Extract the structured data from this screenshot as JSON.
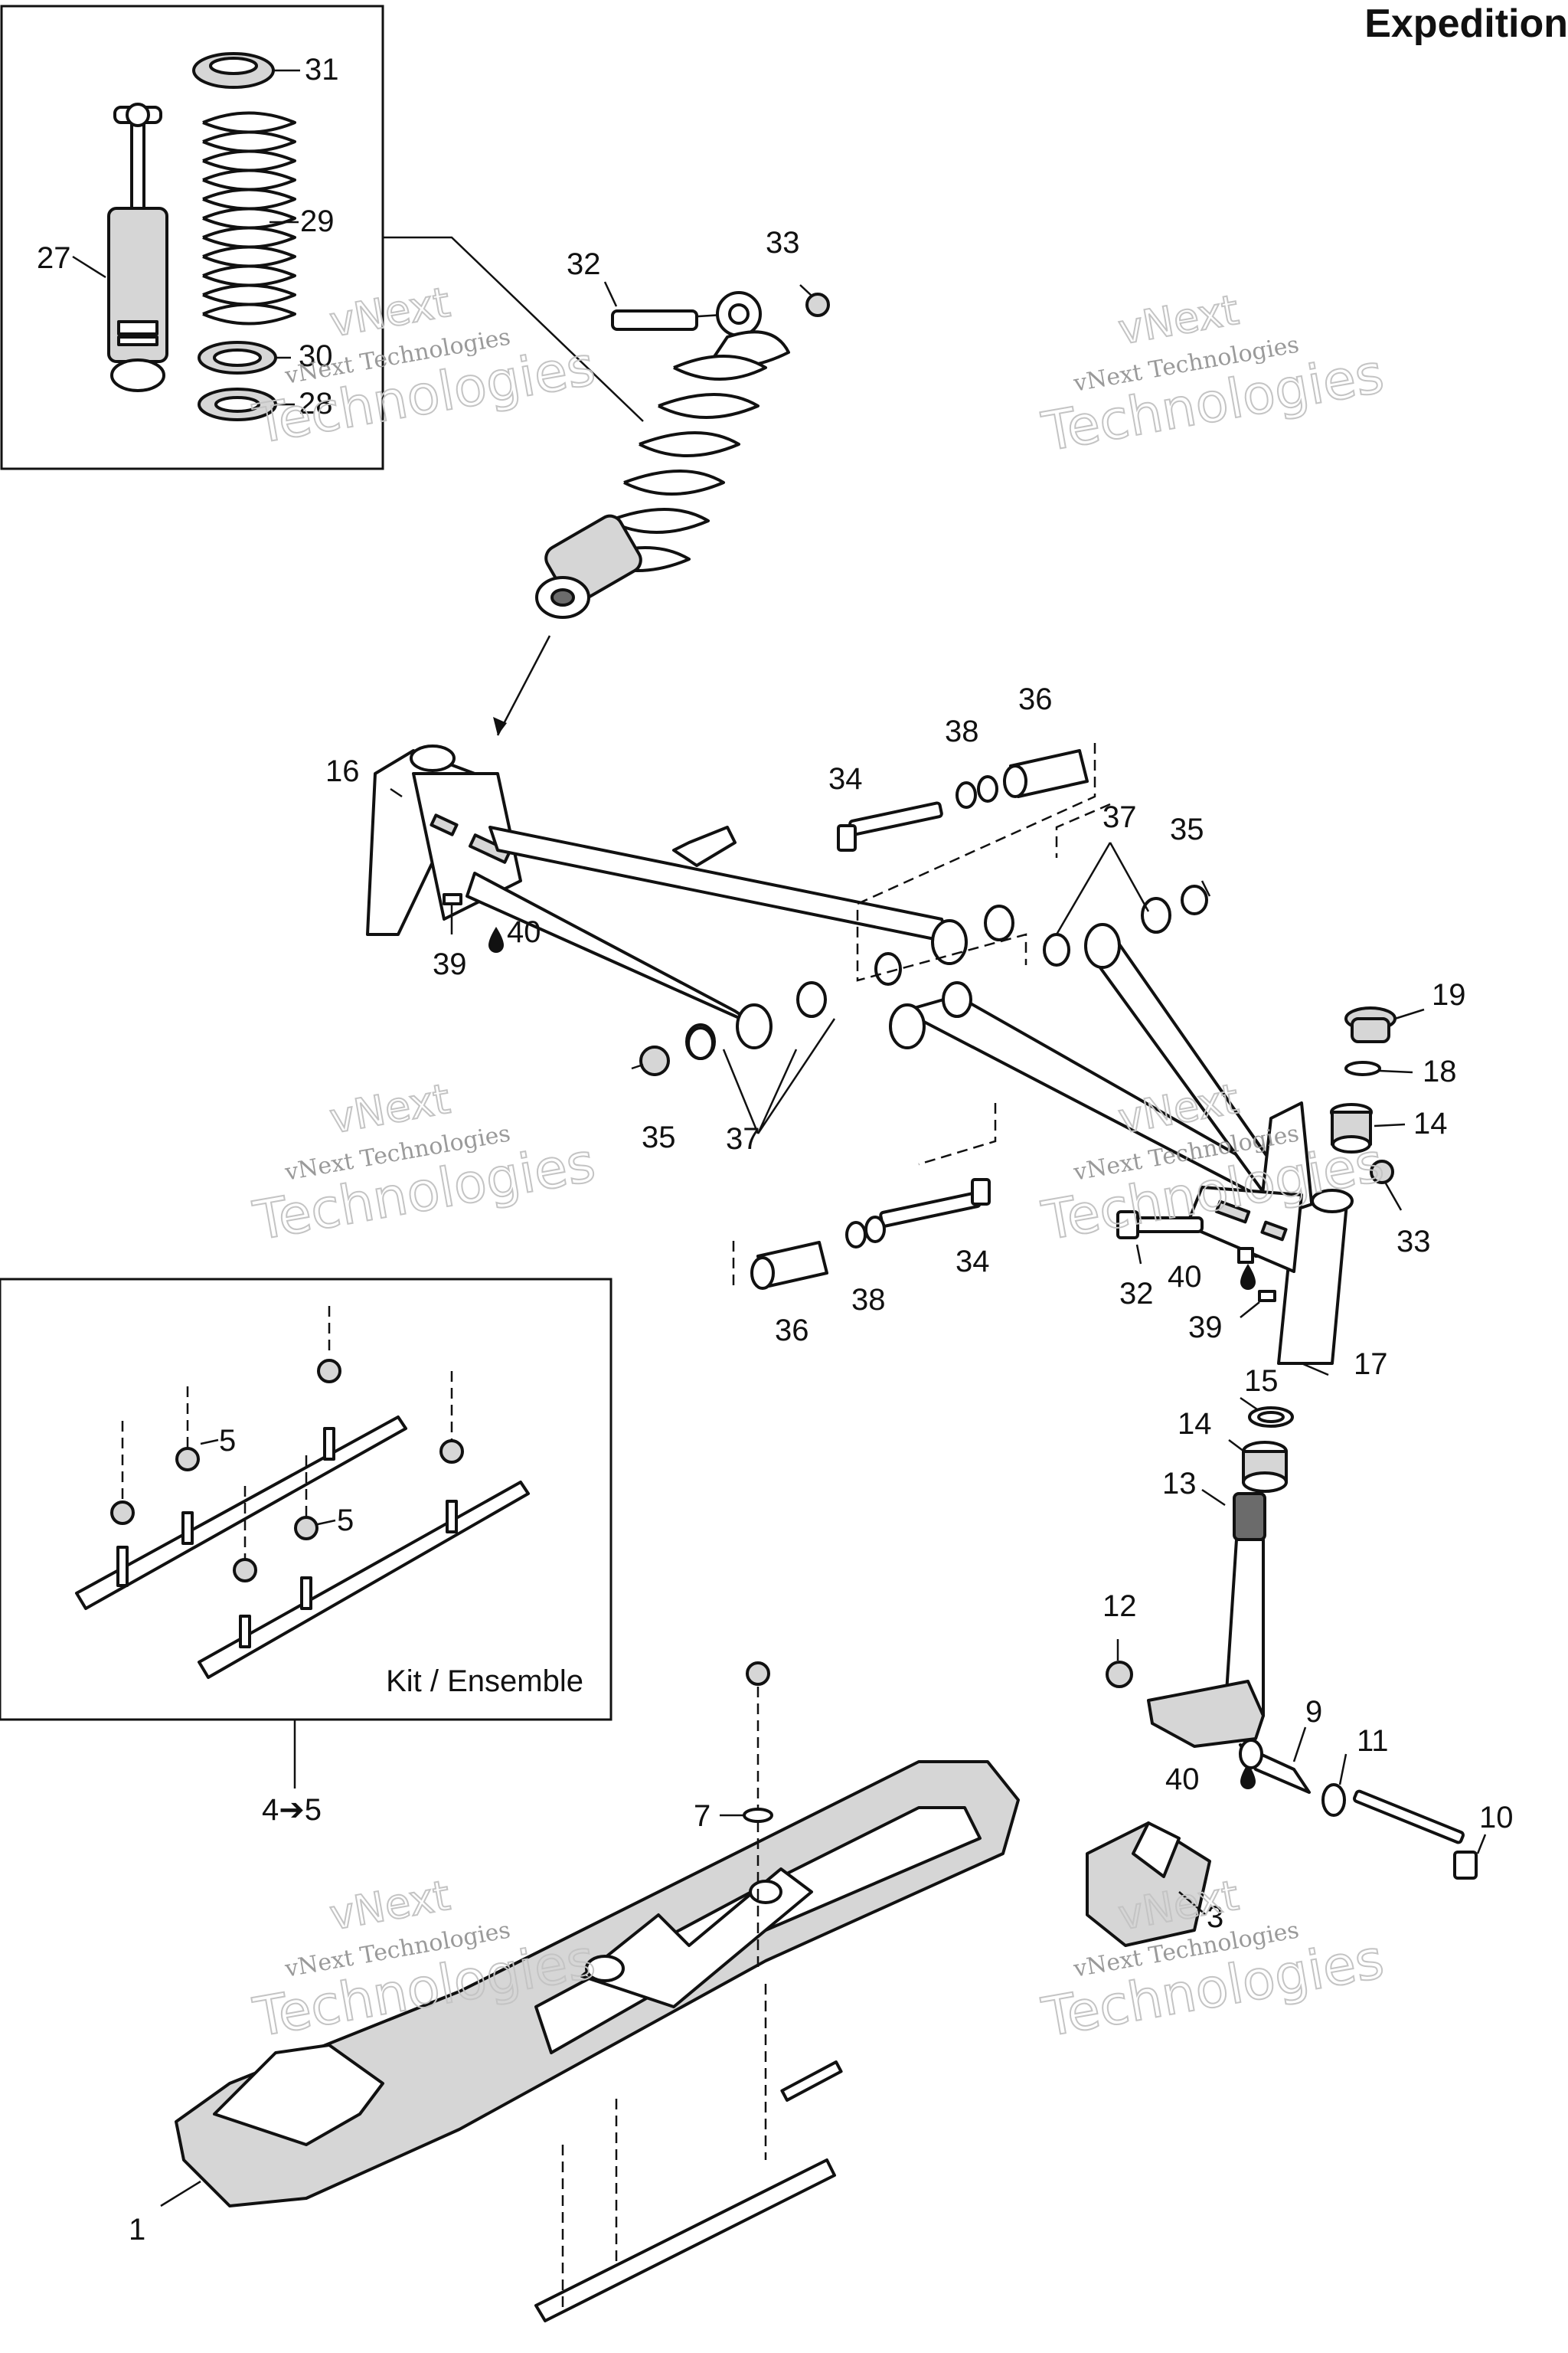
{
  "title": "Expedition",
  "kit_label": "Kit / Ensemble",
  "watermark": {
    "line1": "vNext Technologies",
    "line2": "Technologies",
    "line3": "vNext"
  },
  "callouts": {
    "c1": "1",
    "c3": "3",
    "c4_5": "4➔5",
    "c5a": "5",
    "c5b": "5",
    "c7": "7",
    "c9": "9",
    "c10": "10",
    "c11": "11",
    "c12": "12",
    "c13": "13",
    "c14a": "14",
    "c14b": "14",
    "c15": "15",
    "c16": "16",
    "c17": "17",
    "c18": "18",
    "c19": "19",
    "c27": "27",
    "c28": "28",
    "c29": "29",
    "c30": "30",
    "c31": "31",
    "c32a": "32",
    "c32b": "32",
    "c33a": "33",
    "c33b": "33",
    "c34a": "34",
    "c34b": "34",
    "c35a": "35",
    "c35b": "35",
    "c36a": "36",
    "c36b": "36",
    "c37a": "37",
    "c37b": "37",
    "c38a": "38",
    "c38b": "38",
    "c39a": "39",
    "c39b": "39",
    "c40a": "40",
    "c40b": "40",
    "c40c": "40"
  }
}
